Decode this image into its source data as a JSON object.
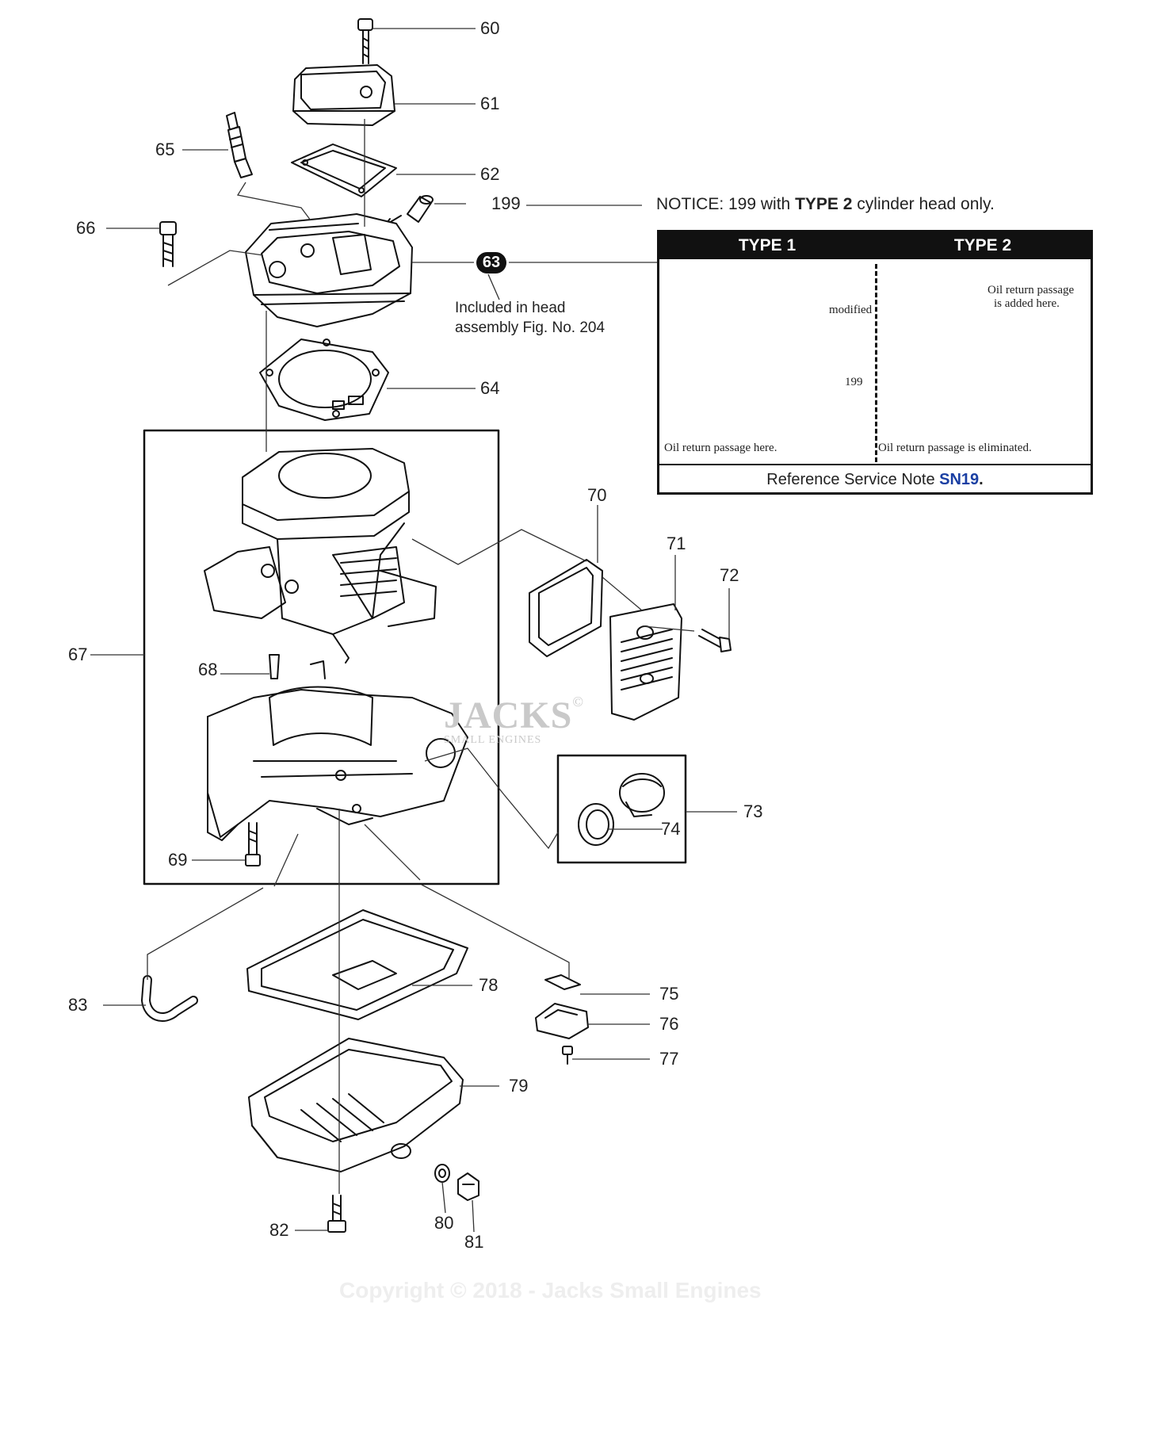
{
  "labels": {
    "l60": "60",
    "l61": "61",
    "l62": "62",
    "l65": "65",
    "l199": "199",
    "l66": "66",
    "l63": "63",
    "l64": "64",
    "l67": "67",
    "l68": "68",
    "l69": "69",
    "l70": "70",
    "l71": "71",
    "l72": "72",
    "l73": "73",
    "l74": "74",
    "l75": "75",
    "l76": "76",
    "l77": "77",
    "l78": "78",
    "l79": "79",
    "l80": "80",
    "l81": "81",
    "l82": "82",
    "l83": "83"
  },
  "head_note": {
    "line1": "Included in head",
    "line2": "assembly Fig. No. 204"
  },
  "notice": {
    "prefix": "NOTICE: 199 with ",
    "bold": "TYPE 2",
    "suffix": " cylinder head only."
  },
  "type_box": {
    "type1_title": "TYPE 1",
    "type2_title": "TYPE 2",
    "modified": "modified",
    "oil_added_1": "Oil return passage",
    "oil_added_2": "is added here.",
    "label_199": "199",
    "oil_here": "Oil return passage here.",
    "oil_eliminated": "Oil return passage is eliminated.",
    "footer_prefix": "Reference Service Note ",
    "footer_sn": "SN19",
    "footer_suffix": "."
  },
  "watermark": {
    "brand": "JACKS",
    "sub": "SMALL ENGINES",
    "symbol": "©"
  },
  "copyright": "Copyright © 2018 - Jacks Small Engines"
}
